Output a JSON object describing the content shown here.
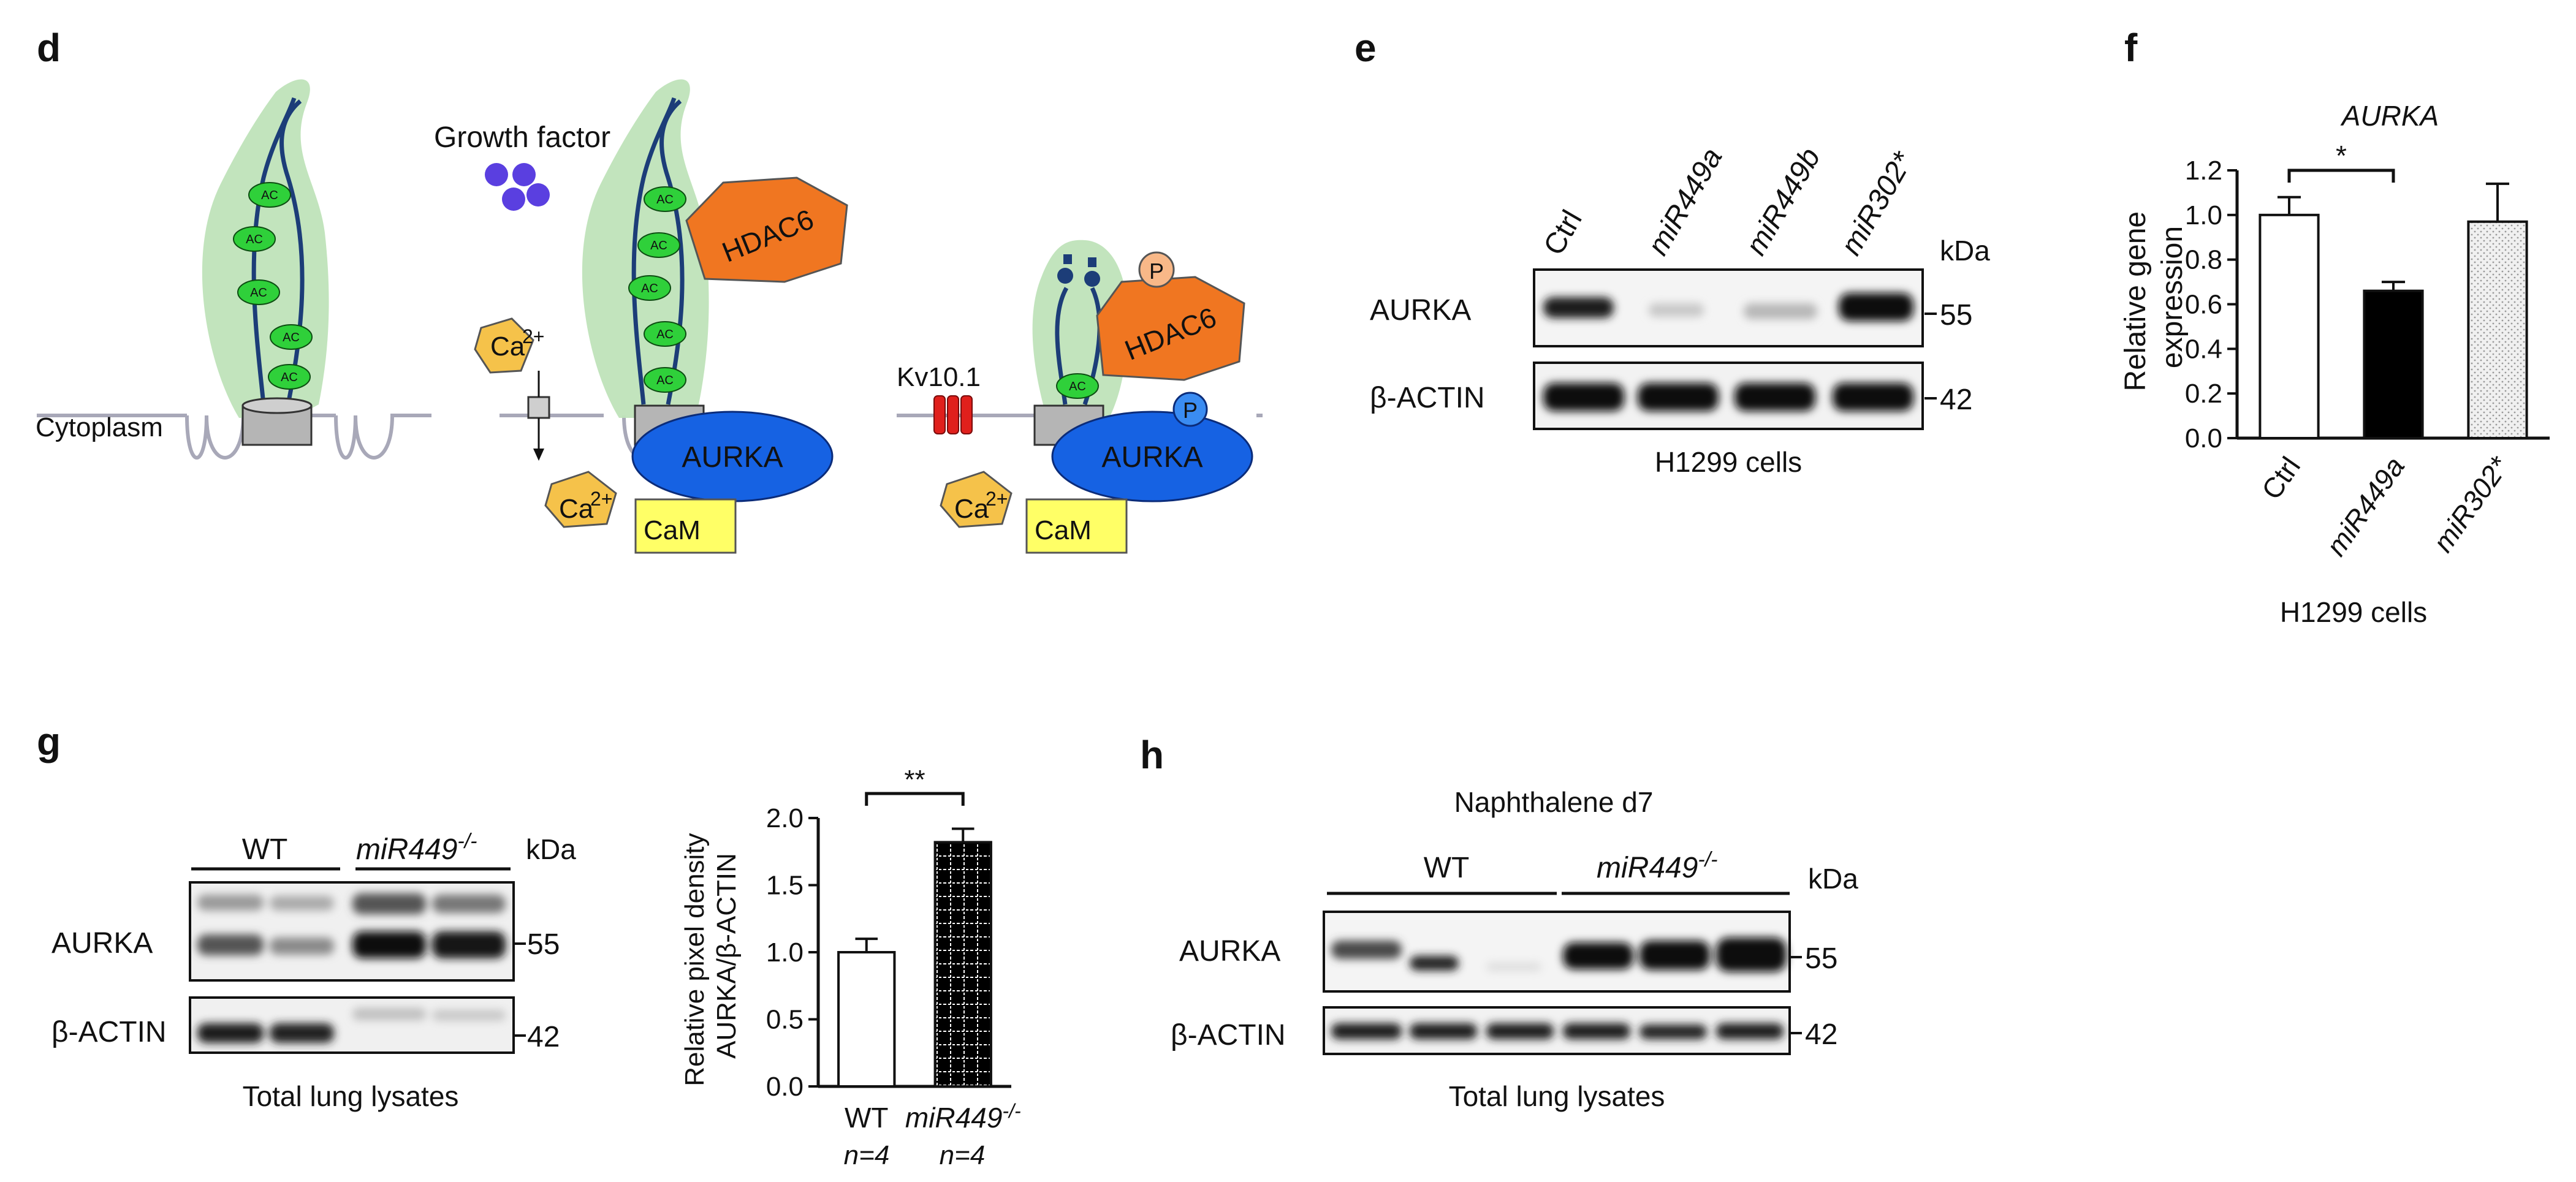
{
  "panels": {
    "d": "d",
    "e": "e",
    "f": "f",
    "g": "g",
    "h": "h"
  },
  "panel_d": {
    "growth_factor": "Growth factor",
    "cytoplasm": "Cytoplasm",
    "ac": "AC",
    "hdac6": "HDAC6",
    "aurka": "AURKA",
    "ca": "Ca",
    "ca_sup": "2+",
    "cam": "CaM",
    "kv": "Kv10.1",
    "p": "P"
  },
  "panel_e": {
    "lanes": [
      "Ctrl",
      "miR449a",
      "miR449b",
      "miR302*"
    ],
    "kda": "kDa",
    "rows": [
      {
        "label": "AURKA",
        "marker": "55"
      },
      {
        "label": "β-ACTIN",
        "marker": "42"
      }
    ],
    "caption": "H1299 cells"
  },
  "panel_f": {
    "title": "AURKA",
    "ylabel": [
      "Relative gene",
      "expression"
    ],
    "caption": "H1299 cells",
    "significance": "*"
  },
  "panel_g": {
    "groups": [
      {
        "label": "WT",
        "sup": ""
      },
      {
        "label": "miR449",
        "sup": "-/-"
      }
    ],
    "kda": "kDa",
    "rows": [
      {
        "label": "AURKA",
        "marker": "55"
      },
      {
        "label": "β-ACTIN",
        "marker": "42"
      }
    ],
    "caption": "Total lung lysates",
    "ylabel": [
      "Relative pixel density",
      "AURKA/β-ACTIN"
    ],
    "significance": "**",
    "n_labels": [
      "n=4",
      "n=4"
    ]
  },
  "panel_h": {
    "title": "Naphthalene d7",
    "groups": [
      {
        "label": "WT",
        "sup": ""
      },
      {
        "label": "miR449",
        "sup": "-/-"
      }
    ],
    "kda": "kDa",
    "rows": [
      {
        "label": "AURKA",
        "marker": "55"
      },
      {
        "label": "β-ACTIN",
        "marker": "42"
      }
    ],
    "caption": "Total lung lysates"
  },
  "chart_data": [
    {
      "type": "bar",
      "panel": "f",
      "title": "AURKA",
      "categories": [
        "Ctrl",
        "miR449a",
        "miR302*"
      ],
      "values": [
        1.0,
        0.66,
        0.97
      ],
      "errors": [
        0.08,
        0.04,
        0.17
      ],
      "ylabel": "Relative gene expression",
      "xlabel": "H1299 cells",
      "ylim": [
        0,
        1.2
      ],
      "yticks": [
        "0.0",
        "0.2",
        "0.4",
        "0.6",
        "0.8",
        "1.0",
        "1.2"
      ],
      "fills": [
        "#ffffff",
        "#000000",
        "#e4e4e4"
      ]
    },
    {
      "type": "bar",
      "panel": "g",
      "categories": [
        "WT",
        "miR449-/-"
      ],
      "values": [
        1.0,
        1.82
      ],
      "errors": [
        0.1,
        0.1
      ],
      "ylabel": "Relative pixel density AURKA/β-ACTIN",
      "ylim": [
        0,
        2.0
      ],
      "yticks": [
        "0.0",
        "0.5",
        "1.0",
        "1.5",
        "2.0"
      ],
      "fills": [
        "#ffffff",
        "#000000"
      ]
    }
  ]
}
